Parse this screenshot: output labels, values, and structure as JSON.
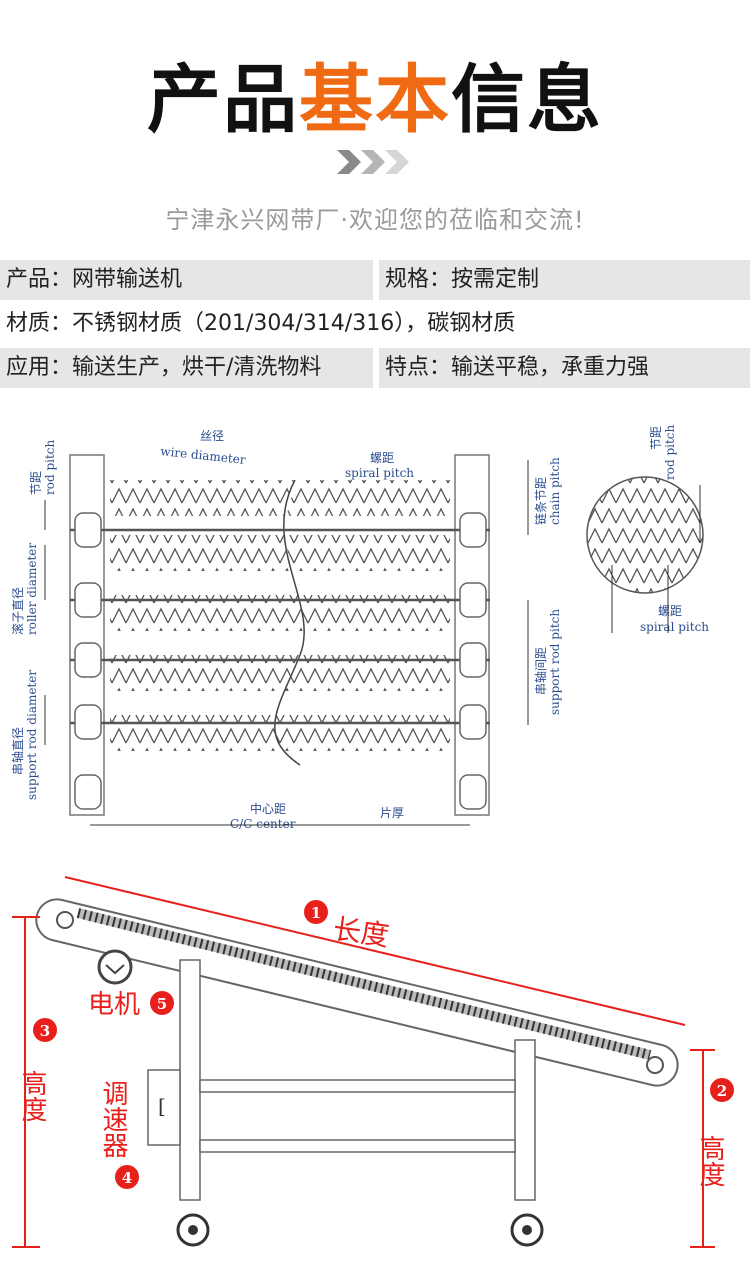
{
  "header": {
    "title_part1": "产品",
    "title_accent": "基本",
    "title_part2": "信息",
    "accent_color": "#f06a14",
    "subtitle": "宁津永兴网带厂·欢迎您的莅临和交流!"
  },
  "specs": {
    "product": "产品：网带输送机",
    "spec": "规格：按需定制",
    "material": "材质：不锈钢材质（201/304/314/316），碳钢材质",
    "application": "应用：输送生产，烘干/清洗物料",
    "feature": "特点：输送平稳，承重力强"
  },
  "diagram": {
    "wire_diameter_cn": "丝径",
    "wire_diameter_en": "wire diameter",
    "spiral_pitch_cn": "螺距",
    "spiral_pitch_en": "spiral pitch",
    "rod_pitch_cn": "节距",
    "rod_pitch_en": "rod pitch",
    "roller_diameter_cn": "滚子直径",
    "roller_diameter_en": "roller diameter",
    "support_diameter_cn": "串轴直径",
    "support_diameter_en": "support rod diameter",
    "chain_pitch_cn": "链条节距",
    "chain_pitch_en": "chain pitch",
    "support_rod_pitch_cn": "串轴间距",
    "support_rod_pitch_en": "support rod pitch",
    "center_cn": "中心距",
    "center_en": "C/C center",
    "thickness_cn": "片厚",
    "detail_rod_pitch_cn": "节距",
    "detail_rod_pitch_en": "rod pitch",
    "detail_spiral_cn": "螺距",
    "detail_spiral_en": "spiral pitch"
  },
  "conveyor": {
    "length_num": "1",
    "length_label": "长度",
    "height2_num": "2",
    "height2_label": "高度",
    "height3_num": "3",
    "height3_label": "高度",
    "speed_num": "4",
    "speed_label": "调速器",
    "motor_num": "5",
    "motor_label": "电机",
    "annotation_color": "#e8201c"
  }
}
